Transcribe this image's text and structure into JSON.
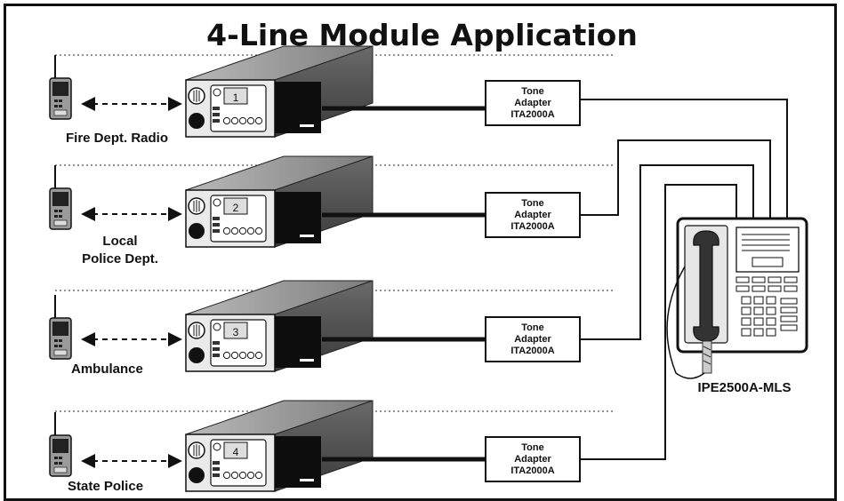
{
  "title": "4-Line Module Application",
  "adapter": {
    "line1": "Tone",
    "line2": "Adapter",
    "line3": "ITA2000A"
  },
  "channels": [
    {
      "number": "1",
      "label": "Fire Dept. Radio"
    },
    {
      "number": "2",
      "label_line1": "Local",
      "label_line2": "Police Dept."
    },
    {
      "number": "3",
      "label": "Ambulance"
    },
    {
      "number": "4",
      "label": "State Police"
    }
  ],
  "phone_label": "IPE2500A-MLS"
}
